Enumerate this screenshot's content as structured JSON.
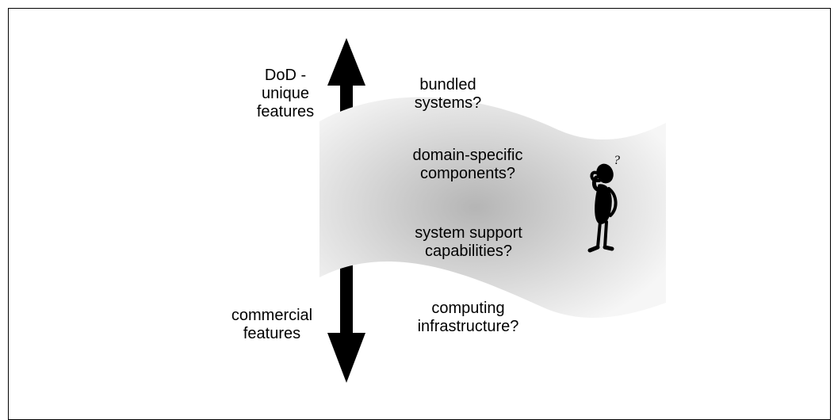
{
  "axis": {
    "top_label": [
      "DoD -",
      "unique",
      "features"
    ],
    "bottom_label": [
      "commercial",
      "features"
    ]
  },
  "layers": [
    [
      "bundled",
      "systems?"
    ],
    [
      "domain-specific",
      "components?"
    ],
    [
      "system support",
      "capabilities?"
    ],
    [
      "computing",
      "infrastructure?"
    ]
  ],
  "figure": {
    "icon": "puzzled-person-icon",
    "glyph": "?"
  },
  "colors": {
    "arrow": "#000000",
    "band_light": "#f7f7f7",
    "band_dark": "#b8b8b8",
    "text": "#000000"
  }
}
